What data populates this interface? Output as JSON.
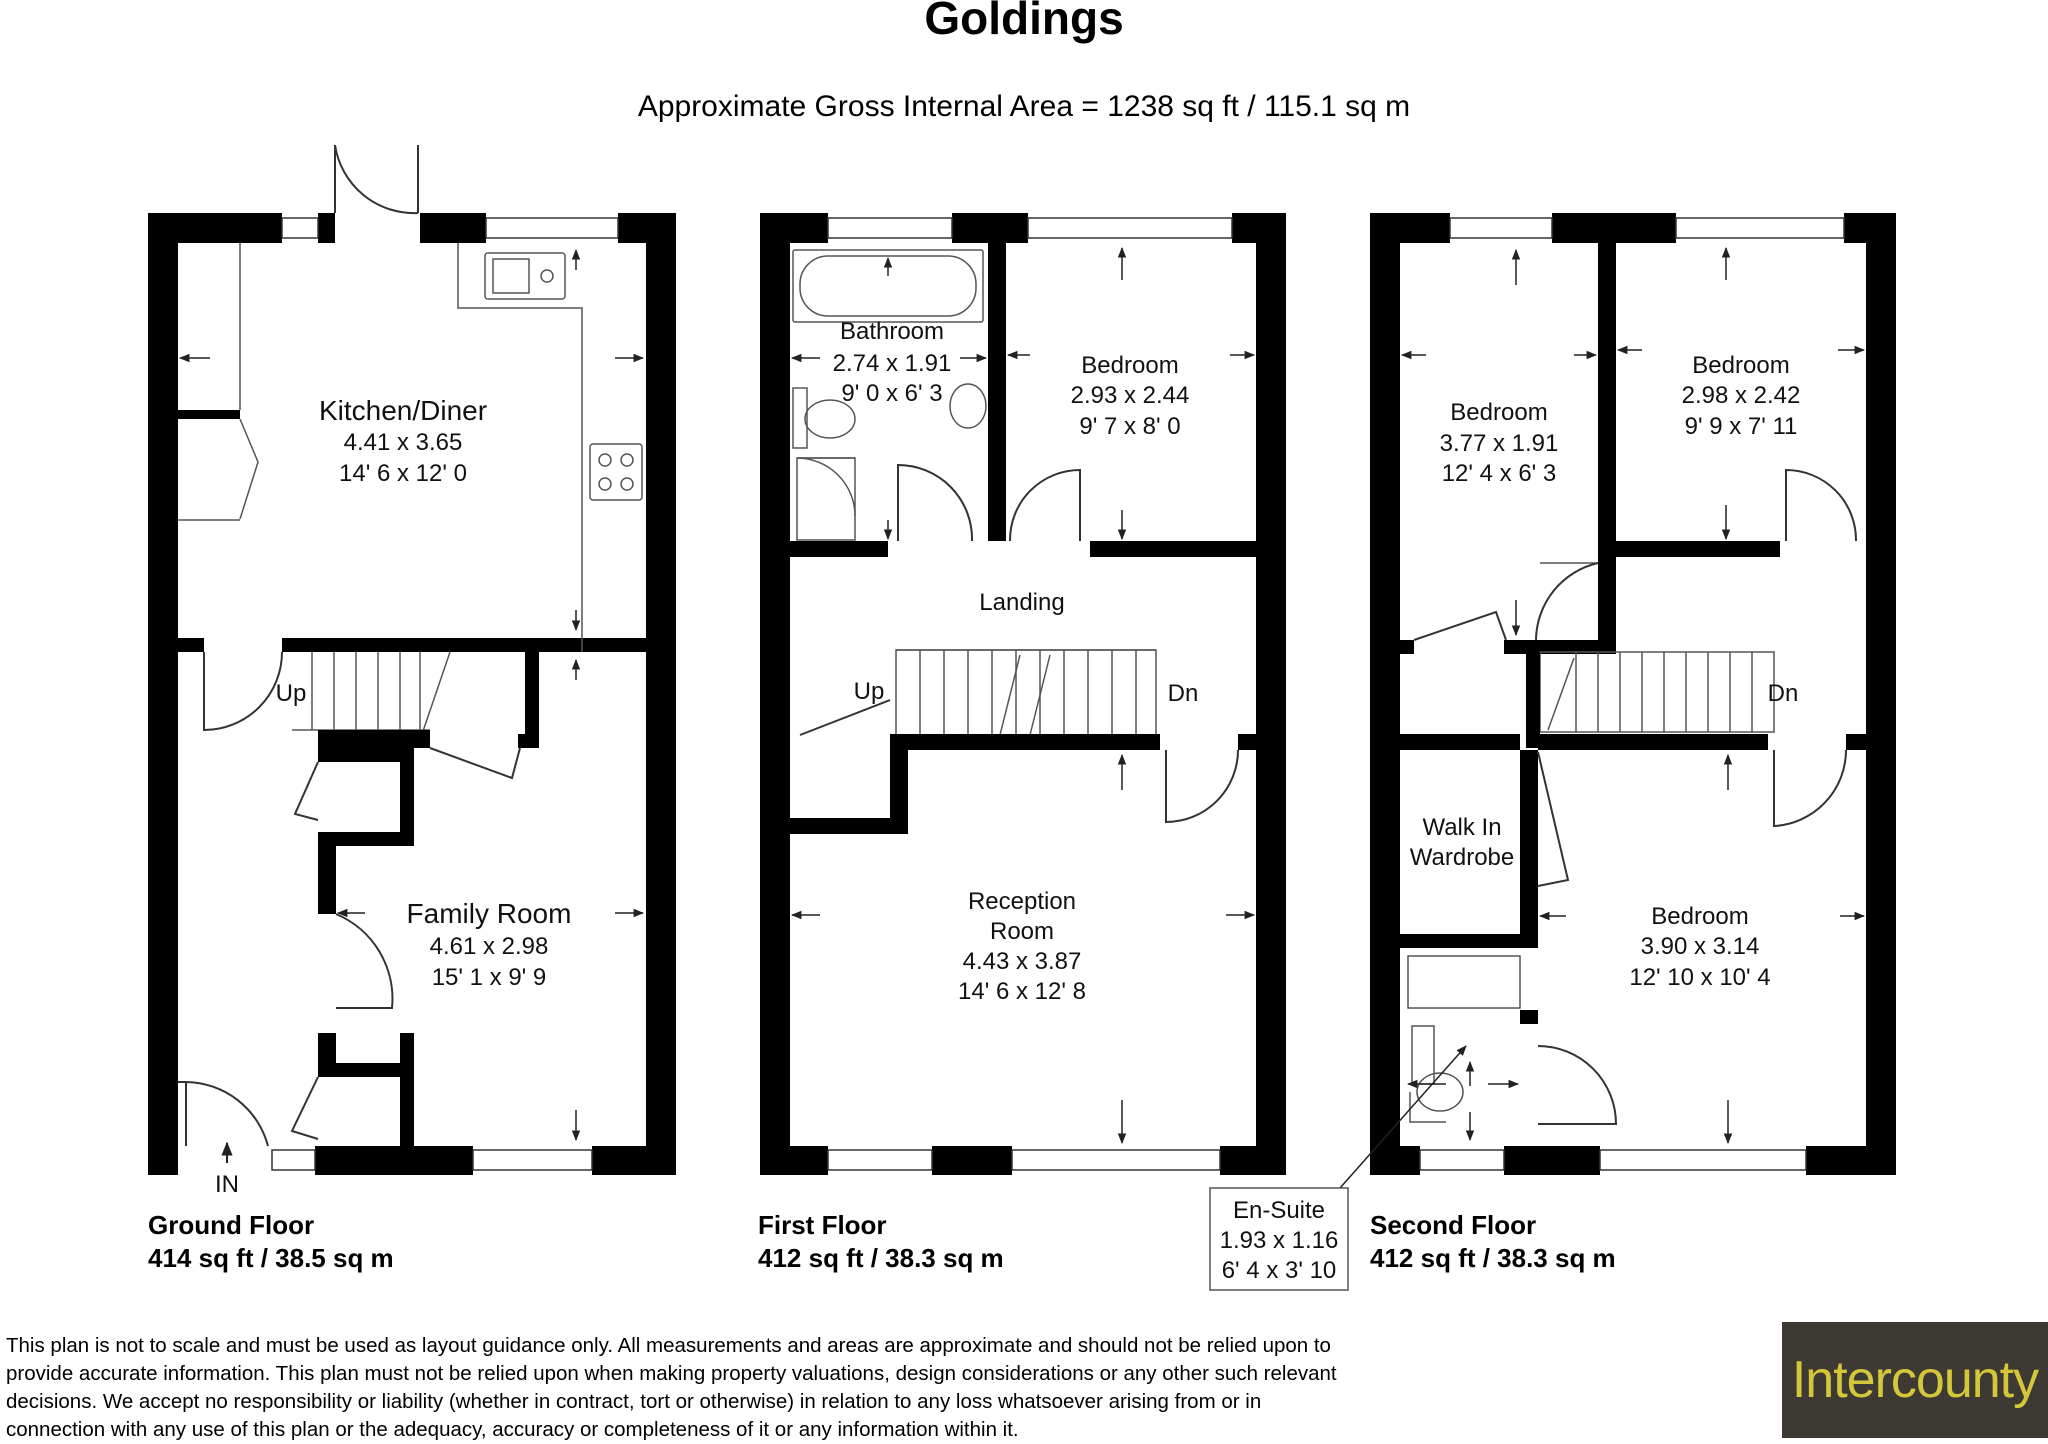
{
  "title": "Goldings",
  "gross_area": "Approximate Gross Internal Area = 1238 sq ft / 115.1 sq m",
  "floors": {
    "ground": {
      "name": "Ground Floor",
      "area": "414 sq ft / 38.5 sq m",
      "entrance": "IN",
      "stairs": "Up",
      "rooms": {
        "kitchen": {
          "name": "Kitchen/Diner",
          "metric": "4.41 x 3.65",
          "imperial": "14' 6 x 12' 0"
        },
        "family": {
          "name": "Family Room",
          "metric": "4.61 x 2.98",
          "imperial": "15' 1 x 9' 9"
        }
      }
    },
    "first": {
      "name": "First Floor",
      "area": "412 sq ft / 38.3 sq m",
      "stairs_up": "Up",
      "stairs_down": "Dn",
      "rooms": {
        "bathroom": {
          "name": "Bathroom",
          "metric": "2.74 x 1.91",
          "imperial": "9' 0 x 6' 3"
        },
        "bedroom": {
          "name": "Bedroom",
          "metric": "2.93 x 2.44",
          "imperial": "9' 7 x 8' 0"
        },
        "landing": {
          "name": "Landing"
        },
        "reception": {
          "name_line1": "Reception",
          "name_line2": "Room",
          "metric": "4.43 x 3.87",
          "imperial": "14' 6 x 12' 8"
        }
      }
    },
    "second": {
      "name": "Second Floor",
      "area": "412 sq ft / 38.3 sq m",
      "stairs_down": "Dn",
      "rooms": {
        "bedroom_left": {
          "name": "Bedroom",
          "metric": "3.77 x 1.91",
          "imperial": "12' 4 x 6' 3"
        },
        "bedroom_right": {
          "name": "Bedroom",
          "metric": "2.98 x 2.42",
          "imperial": "9' 9 x 7' 11"
        },
        "walkin": {
          "name_line1": "Walk In",
          "name_line2": "Wardrobe"
        },
        "bedroom_main": {
          "name": "Bedroom",
          "metric": "3.90 x 3.14",
          "imperial": "12' 10 x 10' 4"
        },
        "ensuite": {
          "name": "En-Suite",
          "metric": "1.93 x 1.16",
          "imperial": "6' 4 x 3' 10"
        }
      }
    }
  },
  "disclaimer": {
    "line1": "This plan is not to scale and must be used as layout guidance only. All measurements and areas are approximate and should not be relied upon to",
    "line2": "provide accurate information. This plan must not be relied upon when making property valuations, design considerations or any other such relevant",
    "line3": "decisions. We accept no responsibility or liability (whether in contract, tort or otherwise) in relation to any loss whatsoever arising from or in",
    "line4": "connection with any use of this plan or the adequacy, accuracy or completeness of it or any information within it."
  },
  "brand": {
    "name": "Intercounty",
    "bg_color": "#3c3a33",
    "text_color": "#d6c63a"
  }
}
